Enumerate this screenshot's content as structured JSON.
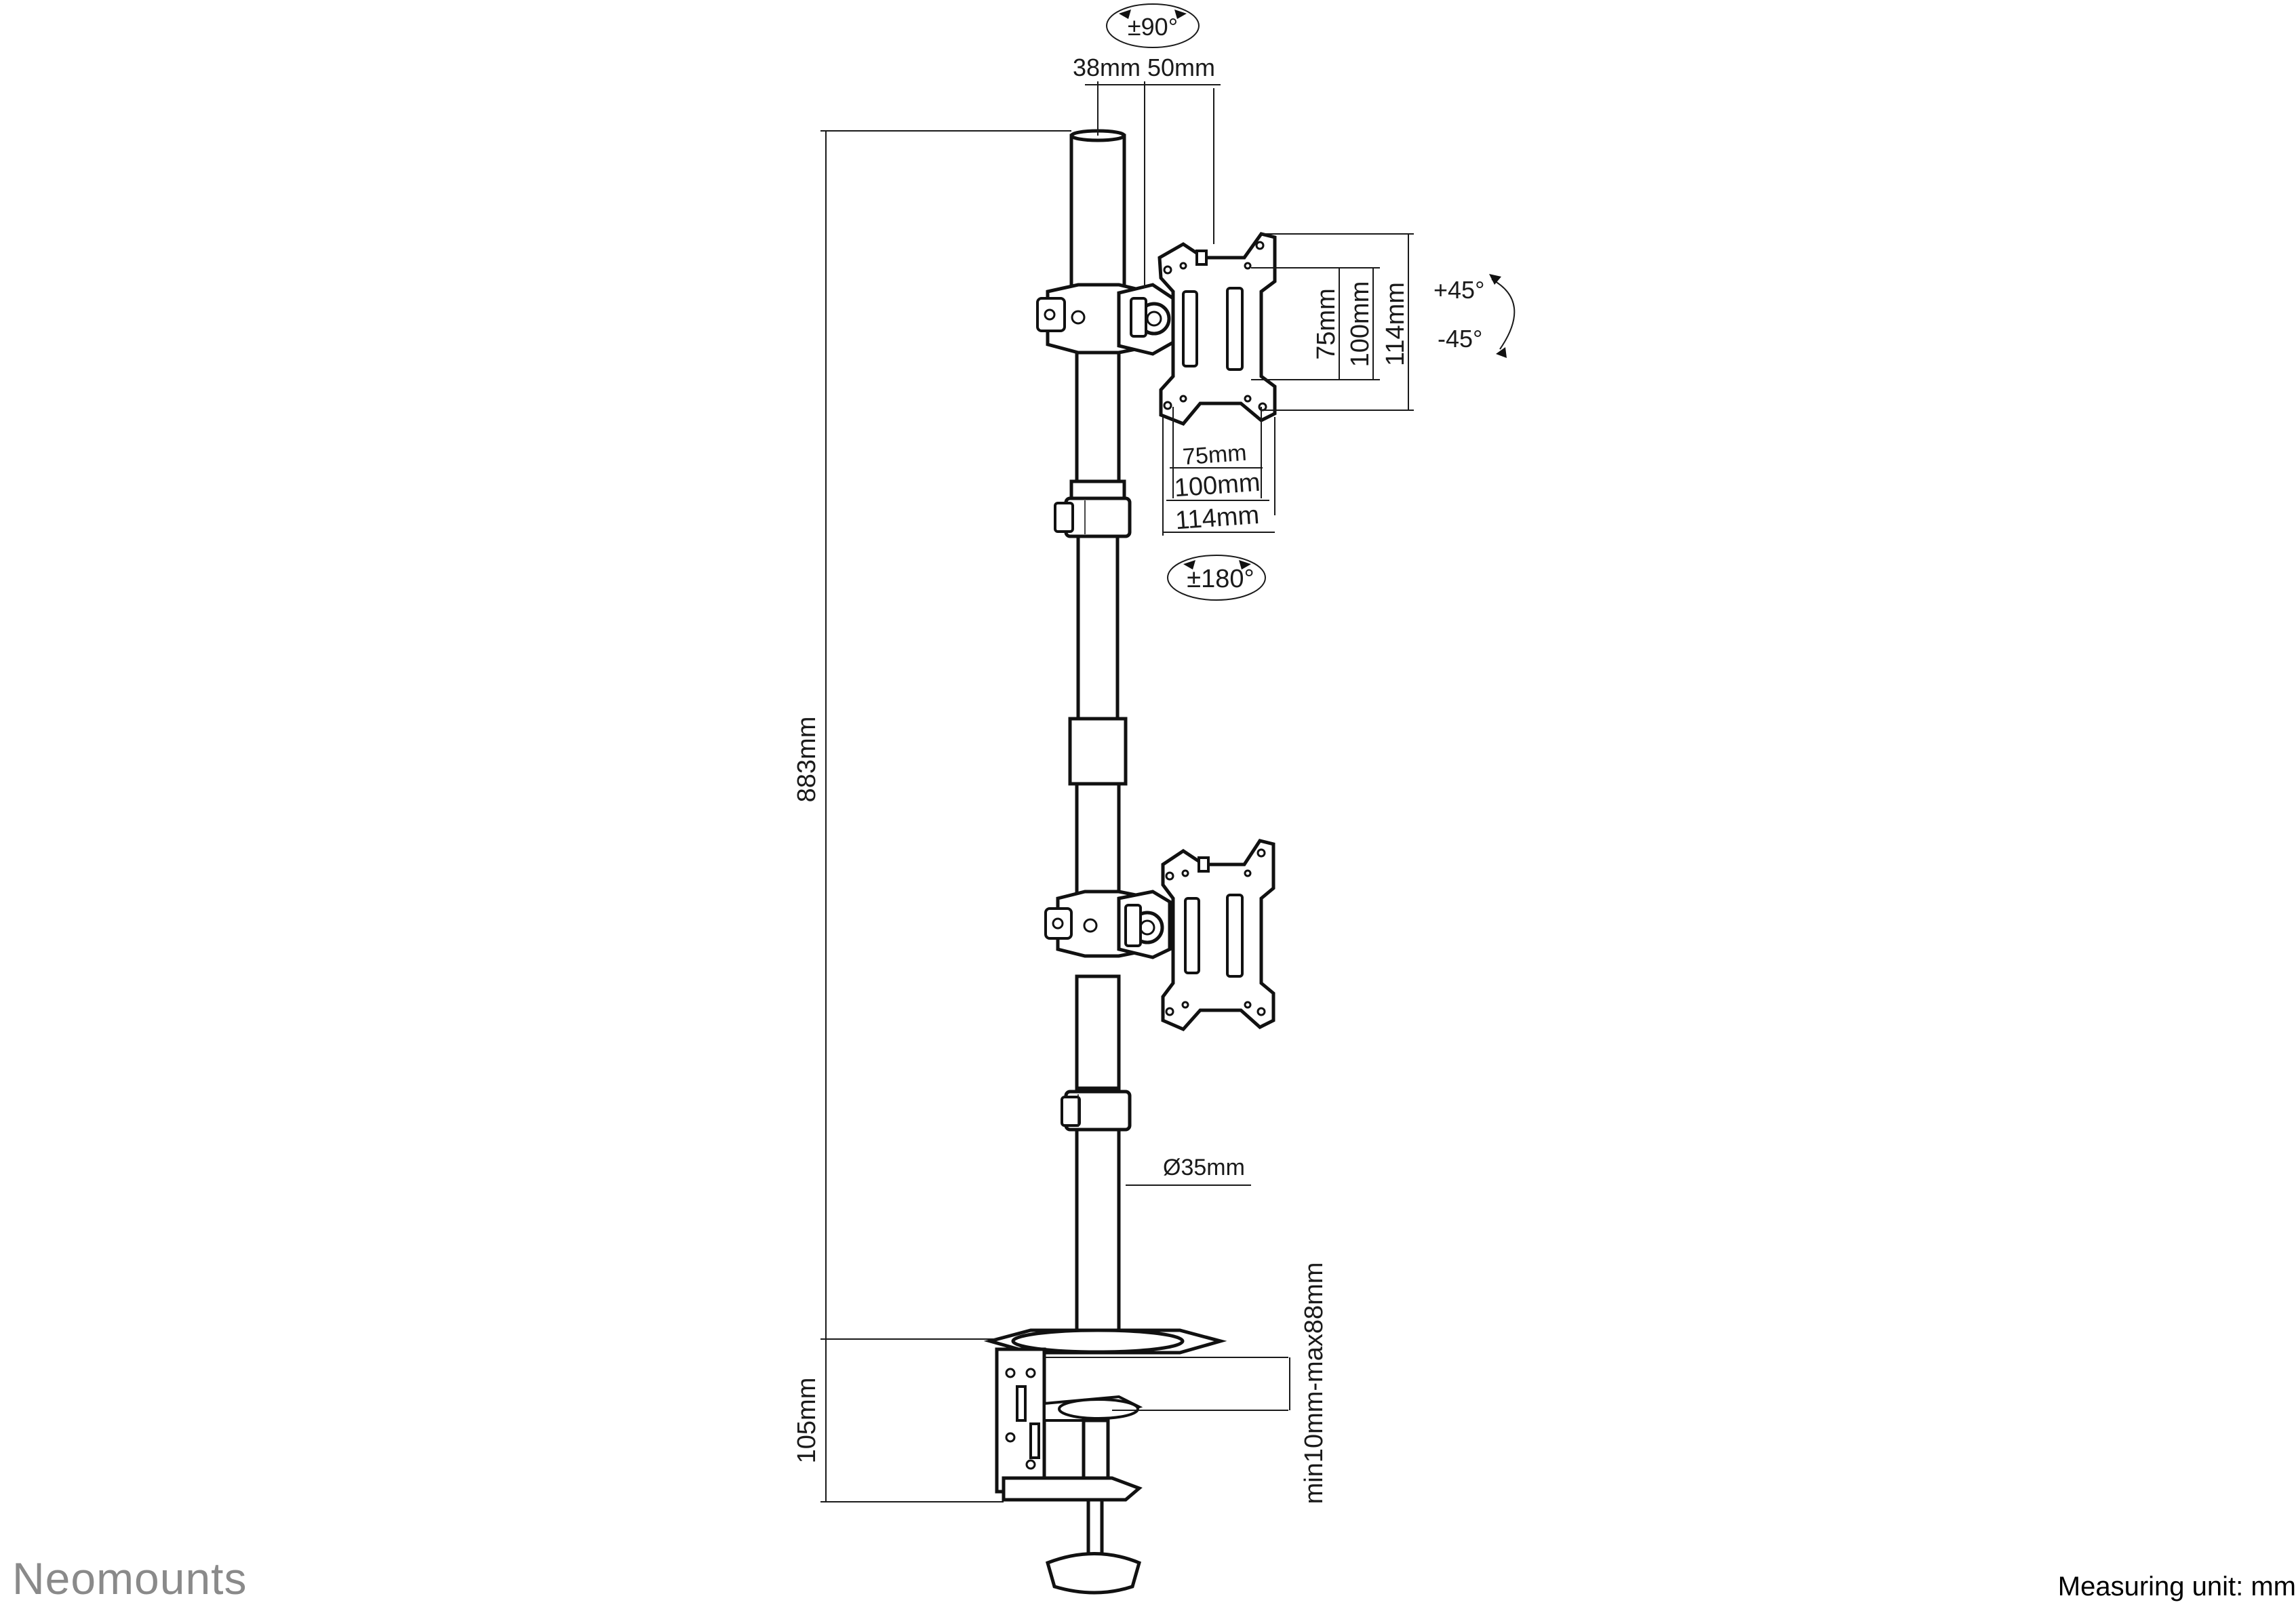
{
  "brand": "Neomounts",
  "measuring_unit": "Measuring unit: mm",
  "dimensions": {
    "rotation_top": "±90°",
    "offset_a": "38mm",
    "offset_b": "50mm",
    "height_total": "883mm",
    "vesa_v_75": "75mm",
    "vesa_v_100": "100mm",
    "vesa_v_114": "114mm",
    "vesa_h_75": "75mm",
    "vesa_h_100": "100mm",
    "vesa_h_114": "114mm",
    "tilt_up": "+45°",
    "tilt_down": "-45°",
    "swivel": "±180°",
    "pole_diameter": "Ø35mm",
    "clamp_height": "105mm",
    "desk_thickness": "min10mm-max88mm"
  }
}
